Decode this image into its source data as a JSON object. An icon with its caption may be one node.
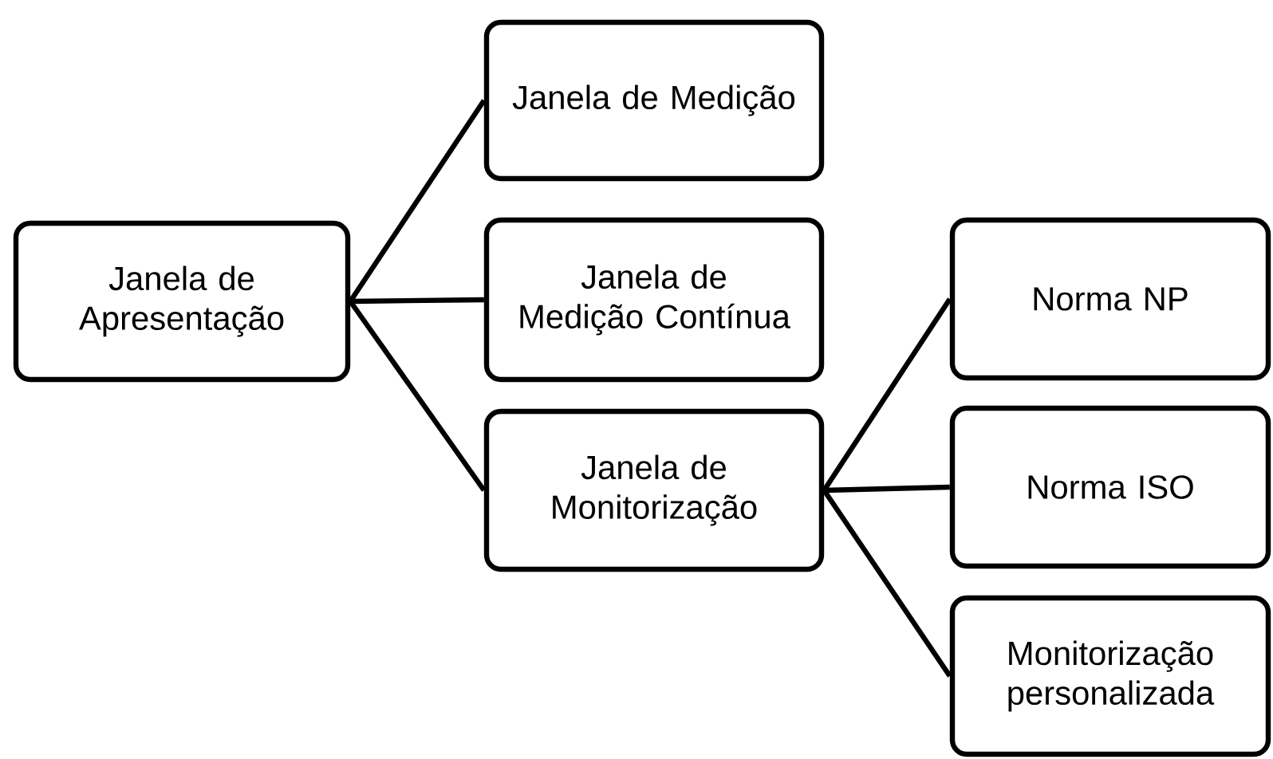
{
  "diagram": {
    "nodes": [
      {
        "text": [
          "Janela de Apresentação"
        ]
      },
      {
        "text": [
          "Janela de Medição"
        ]
      },
      {
        "text": [
          "Janela de Medição Contínua"
        ]
      },
      {
        "text": [
          "Janela de Monitorização"
        ]
      },
      {
        "text": [
          "Norma NP"
        ]
      },
      {
        "text": [
          "Norma ISO"
        ]
      },
      {
        "text": [
          "Monitorização personalizada"
        ]
      }
    ],
    "edges": [
      {
        "from": 0,
        "to": 1,
        "arrow": "none"
      },
      {
        "from": 0,
        "to": 2,
        "arrow": "none"
      },
      {
        "from": 0,
        "to": 3,
        "arrow": "none"
      },
      {
        "from": 3,
        "to": 4,
        "arrow": "none"
      },
      {
        "from": 3,
        "to": 5,
        "arrow": "none"
      },
      {
        "from": 3,
        "to": 6,
        "arrow": "none"
      }
    ]
  }
}
